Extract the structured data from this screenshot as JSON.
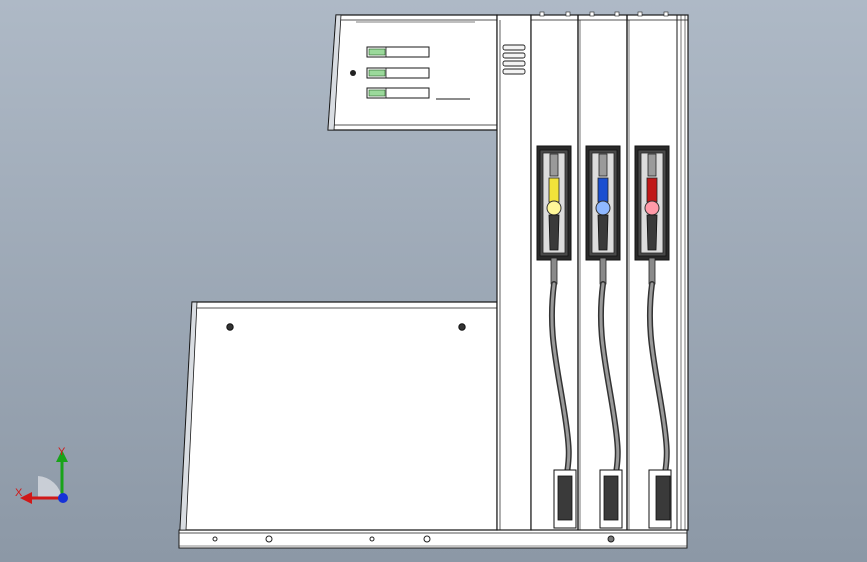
{
  "viewport": {
    "background_top": "#aeb9c6",
    "background_bottom": "#8c98a6"
  },
  "model": {
    "edge_color": "#1a1a1a",
    "panel_fill": "#ffffff",
    "nozzles": [
      {
        "name": "yellow-nozzle",
        "color": "#f2e23a",
        "accent": "#fff799"
      },
      {
        "name": "blue-nozzle",
        "color": "#1a4fd0",
        "accent": "#8fb8ff"
      },
      {
        "name": "red-nozzle",
        "color": "#c01818",
        "accent": "#ff9aa8"
      }
    ]
  },
  "triad": {
    "x_label": "X",
    "y_label": "Y",
    "x_color": "#d01818",
    "y_color": "#19a319",
    "z_color": "#1632d8"
  }
}
